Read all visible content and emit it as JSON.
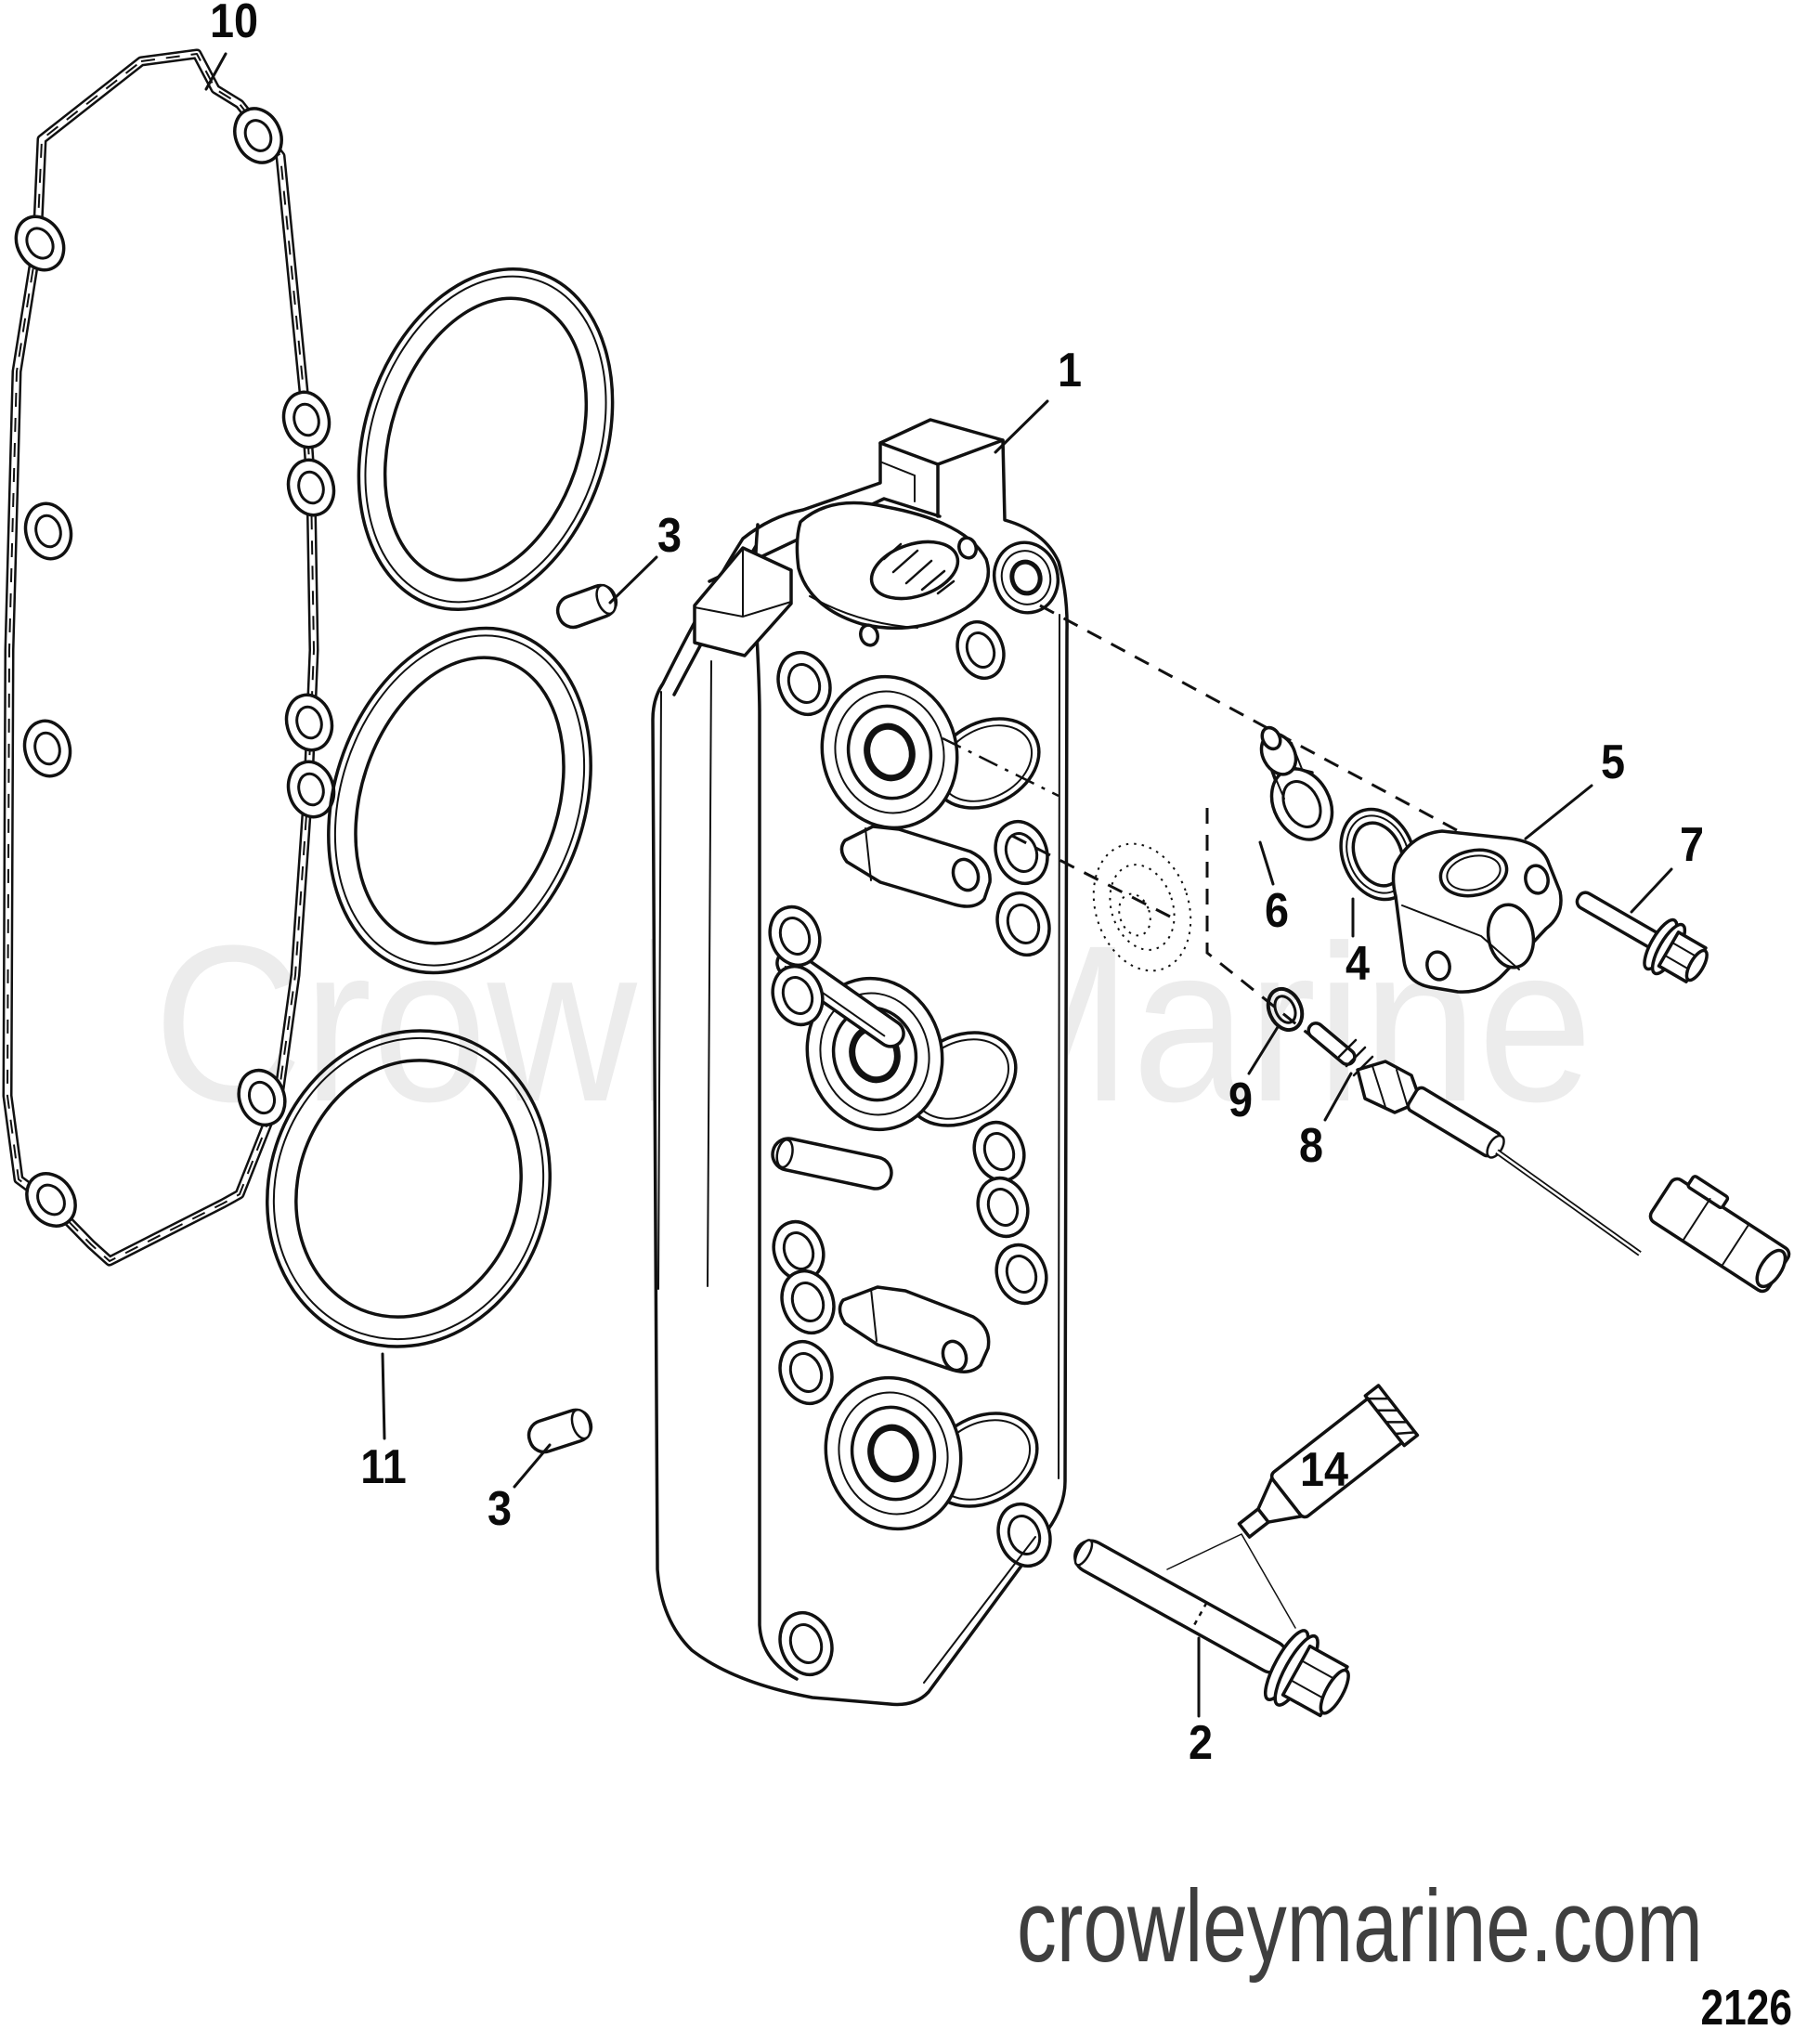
{
  "watermark": "Crowley Marine",
  "footer": {
    "site": "crowleymarine.com",
    "page_number": "2126"
  },
  "colors": {
    "line": "#111111",
    "watermark": "#ececec",
    "footer_text": "#3f3f3f",
    "background": "#ffffff"
  },
  "diagram_title_implied": "Exploded parts view",
  "callouts": {
    "part1": "1",
    "part2": "2",
    "pin3a": "3",
    "pin3b": "3",
    "part4": "4",
    "part5": "5",
    "part6": "6",
    "part7": "7",
    "part8": "8",
    "part9": "9",
    "part10": "10",
    "part11": "11",
    "part14": "14"
  }
}
